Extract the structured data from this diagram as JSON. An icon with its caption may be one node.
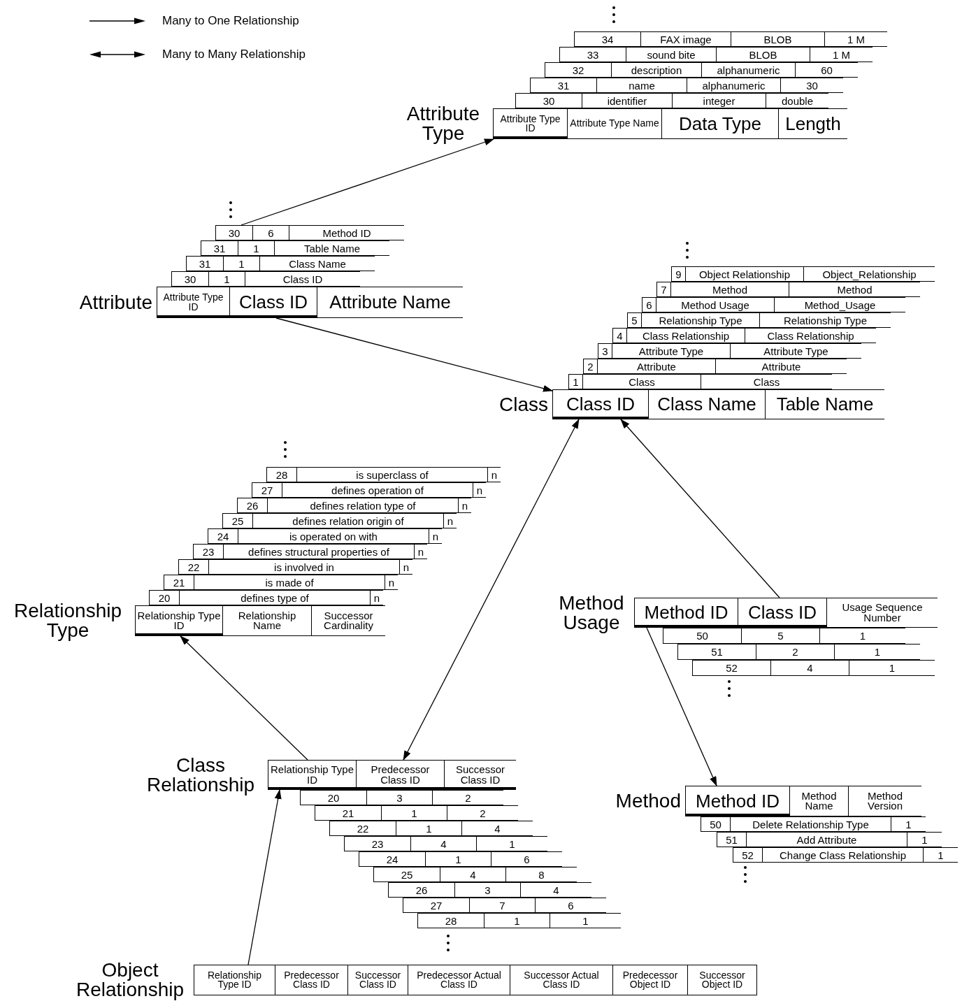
{
  "diagram": {
    "nodes": [
      {
        "text": [
          "34",
          "FAX image",
          "BLOB",
          "1 M"
        ]
      },
      {
        "text": [
          "33",
          "sound bite",
          "BLOB",
          "1 M"
        ]
      },
      {
        "text": [
          "32",
          "description",
          "alphanumeric",
          "60"
        ]
      },
      {
        "text": [
          "31",
          "name",
          "alphanumeric",
          "30"
        ]
      },
      {
        "text": [
          "30",
          "identifier",
          "integer",
          "double"
        ]
      },
      {
        "text": [
          "Attribute Type",
          "Attribute Type ID",
          "Attribute Type Name",
          "Data Type",
          "Length"
        ]
      },
      {
        "text": [
          "30",
          "6",
          "Method ID"
        ]
      },
      {
        "text": [
          "31",
          "1",
          "Table Name"
        ]
      },
      {
        "text": [
          "31",
          "1",
          "Class Name"
        ]
      },
      {
        "text": [
          "30",
          "1",
          "Class ID"
        ]
      },
      {
        "text": [
          "Attribute",
          "Attribute Type ID",
          "Class ID",
          "Attribute Name"
        ]
      },
      {
        "text": [
          "9",
          "Object Relationship",
          "Object_Relationship"
        ]
      },
      {
        "text": [
          "7",
          "Method",
          "Method"
        ]
      },
      {
        "text": [
          "6",
          "Method Usage",
          "Method_Usage"
        ]
      },
      {
        "text": [
          "5",
          "Relationship Type",
          "Relationship Type"
        ]
      },
      {
        "text": [
          "4",
          "Class Relationship",
          "Class Relationship"
        ]
      },
      {
        "text": [
          "3",
          "Attribute Type",
          "Attribute Type"
        ]
      },
      {
        "text": [
          "2",
          "Attribute",
          "Attribute"
        ]
      },
      {
        "text": [
          "1",
          "Class",
          "Class"
        ]
      },
      {
        "text": [
          "Class",
          "Class ID",
          "Class Name",
          "Table Name"
        ]
      },
      {
        "text": [
          "28",
          "is superclass of",
          "n"
        ]
      },
      {
        "text": [
          "27",
          "defines operation of",
          "n"
        ]
      },
      {
        "text": [
          "26",
          "defines relation type of",
          "n"
        ]
      },
      {
        "text": [
          "25",
          "defines relation origin of",
          "n"
        ]
      },
      {
        "text": [
          "24",
          "is operated on with",
          "n"
        ]
      },
      {
        "text": [
          "23",
          "defines structural properties of",
          "n"
        ]
      },
      {
        "text": [
          "22",
          "is involved in",
          "n"
        ]
      },
      {
        "text": [
          "21",
          "is made of",
          "n"
        ]
      },
      {
        "text": [
          "20",
          "defines type of",
          "n"
        ]
      },
      {
        "text": [
          "Relationship Type",
          "Relationship Type ID",
          "Relationship Name",
          "Successor Cardinality"
        ]
      },
      {
        "text": [
          "Method Usage",
          "Method ID",
          "Class ID",
          "Usage Sequence Number"
        ]
      },
      {
        "text": [
          "50",
          "5",
          "1"
        ]
      },
      {
        "text": [
          "51",
          "2",
          "1"
        ]
      },
      {
        "text": [
          "52",
          "4",
          "1"
        ]
      },
      {
        "text": [
          "Class Relationship",
          "Relationship Type ID",
          "Predecessor Class ID",
          "Successor Class ID"
        ]
      },
      {
        "text": [
          "20",
          "3",
          "2"
        ]
      },
      {
        "text": [
          "21",
          "1",
          "2"
        ]
      },
      {
        "text": [
          "22",
          "1",
          "4"
        ]
      },
      {
        "text": [
          "23",
          "4",
          "1"
        ]
      },
      {
        "text": [
          "24",
          "1",
          "6"
        ]
      },
      {
        "text": [
          "25",
          "4",
          "8"
        ]
      },
      {
        "text": [
          "26",
          "3",
          "4"
        ]
      },
      {
        "text": [
          "27",
          "7",
          "6"
        ]
      },
      {
        "text": [
          "28",
          "1",
          "1"
        ]
      },
      {
        "text": [
          "Method",
          "Method ID",
          "Method Name",
          "Method Version"
        ]
      },
      {
        "text": [
          "50",
          "Delete Relationship Type",
          "1"
        ]
      },
      {
        "text": [
          "51",
          "Add Attribute",
          "1"
        ]
      },
      {
        "text": [
          "52",
          "Change Class Relationship",
          "1"
        ]
      },
      {
        "text": [
          "Object Relationship",
          "Relationship Type ID",
          "Predecessor Class ID",
          "Successor Class ID",
          "Predecessor Actual Class ID",
          "Successor Actual Class ID",
          "Predecessor Object ID",
          "Successor Object ID"
        ]
      }
    ],
    "edges": [
      {
        "from": 6,
        "to": 5,
        "arrow": "to"
      },
      {
        "from": 10,
        "to": 19,
        "arrow": "to"
      },
      {
        "from": 19,
        "to": 34,
        "arrow": "both"
      },
      {
        "from": 30,
        "to": 19,
        "arrow": "to"
      },
      {
        "from": 30,
        "to": 44,
        "arrow": "to"
      },
      {
        "from": 34,
        "to": 29,
        "arrow": "to"
      },
      {
        "from": 48,
        "to": 34,
        "arrow": "to"
      }
    ],
    "legend": [
      {
        "text": "Many to One Relationship"
      },
      {
        "text": "Many to Many Relationship"
      }
    ]
  }
}
